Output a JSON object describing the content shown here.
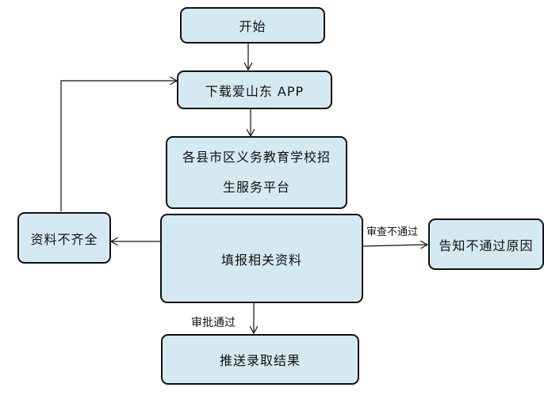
{
  "nodes": {
    "start": "开始",
    "download_app": "下载爱山东 APP",
    "platform_line1": "各县市区义务教育学校招",
    "platform_line2": "生服务平台",
    "fill_info": "填报相关资料",
    "incomplete": "资料不齐全",
    "notify_reason": "告知不通过原因",
    "push_result": "推送录取结果"
  },
  "edge_labels": {
    "review_failed": "审查不通过",
    "review_passed": "审批通过"
  },
  "colors": {
    "node_fill": "#d5e9f2",
    "stroke": "#111111"
  }
}
